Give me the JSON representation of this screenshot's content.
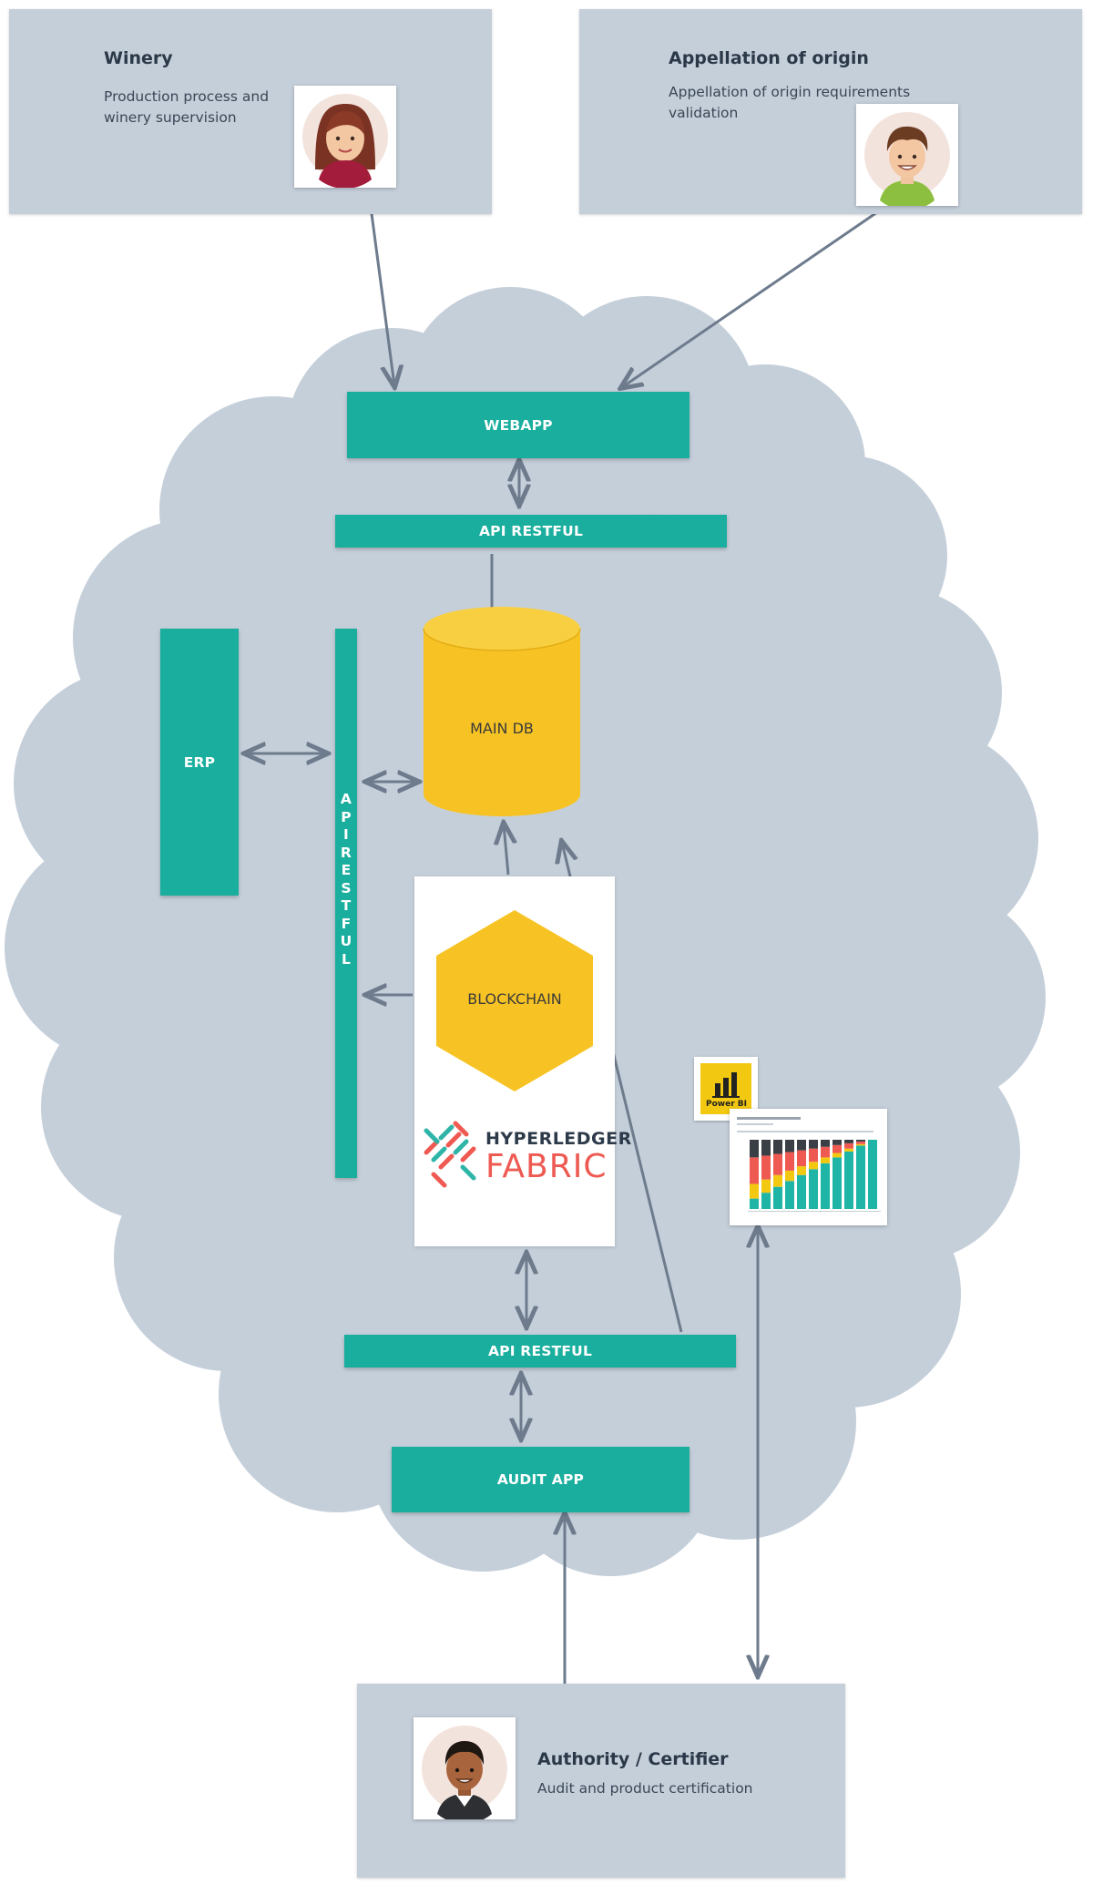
{
  "actors": {
    "winery": {
      "title": "Winery",
      "description_line1": "Production process and",
      "description_line2": "winery supervision"
    },
    "appellation": {
      "title": "Appellation of origin",
      "description_line1": "Appellation of origin requirements",
      "description_line2": "validation"
    },
    "authority": {
      "title": "Authority / Certifier",
      "description": "Audit and product certification"
    }
  },
  "components": {
    "webapp": "WEBAPP",
    "api_top": "API RESTFUL",
    "erp": "ERP",
    "api_vertical": [
      "A",
      "P",
      "I",
      "R",
      "E",
      "S",
      "T",
      "F",
      "U",
      "L"
    ],
    "main_db": "MAIN DB",
    "blockchain": "BLOCKCHAIN",
    "api_bottom": "API RESTFUL",
    "audit_app": "AUDIT APP"
  },
  "logos": {
    "hyperledger_top": "HYPERLEDGER",
    "hyperledger_bottom": "FABRIC",
    "powerbi": "Power BI"
  },
  "colors": {
    "cloud": "#c5cfda",
    "teal": "#1aae9e",
    "db_yellow": "#f7c324",
    "arrow": "#6d7b8d",
    "fabric_red": "#ee5a52",
    "powerbi_yellow": "#f2c811"
  }
}
